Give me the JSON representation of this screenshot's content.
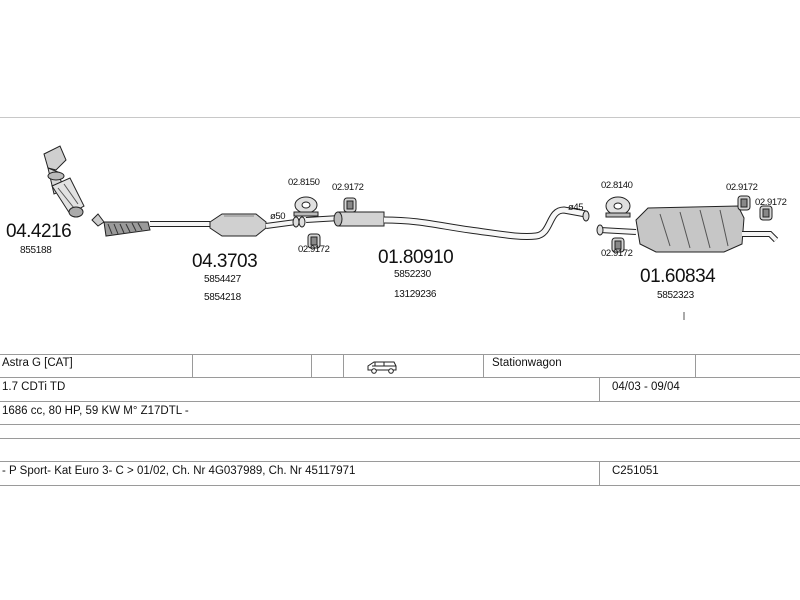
{
  "parts": {
    "p1": {
      "number": "04.4216",
      "oe": [
        "855188"
      ]
    },
    "p2": {
      "number": "04.3703",
      "oe": [
        "5854427",
        "5854218"
      ]
    },
    "p3": {
      "number": "01.80910",
      "oe": [
        "5852230",
        "13129236"
      ]
    },
    "p4": {
      "number": "01.60834",
      "oe": [
        "5852323"
      ]
    },
    "h1": {
      "number": "02.8150"
    },
    "h2": {
      "number": "02.9172"
    },
    "h3": {
      "number": "02.9172"
    },
    "h4": {
      "number": "02.8140"
    },
    "h5": {
      "number": "02.9172"
    },
    "h6": {
      "number": "02.9172"
    },
    "h7": {
      "number": "02.9172"
    }
  },
  "diameters": {
    "d1": "ø50",
    "d2": "ø45"
  },
  "table": {
    "model": "Astra G  [CAT]",
    "body_type": "Stationwagon",
    "engine": "1.7 CDTi TD",
    "period": "04/03 - 09/04",
    "spec": "1686 cc, 80 HP, 59 KW M° Z17DTL -",
    "note": "- P Sport- Kat Euro 3- C > 01/02, Ch. Nr 4G037989, Ch. Nr 45117971",
    "code": "C251051"
  },
  "icons": {
    "vehicle": "station-wagon-car-icon"
  }
}
